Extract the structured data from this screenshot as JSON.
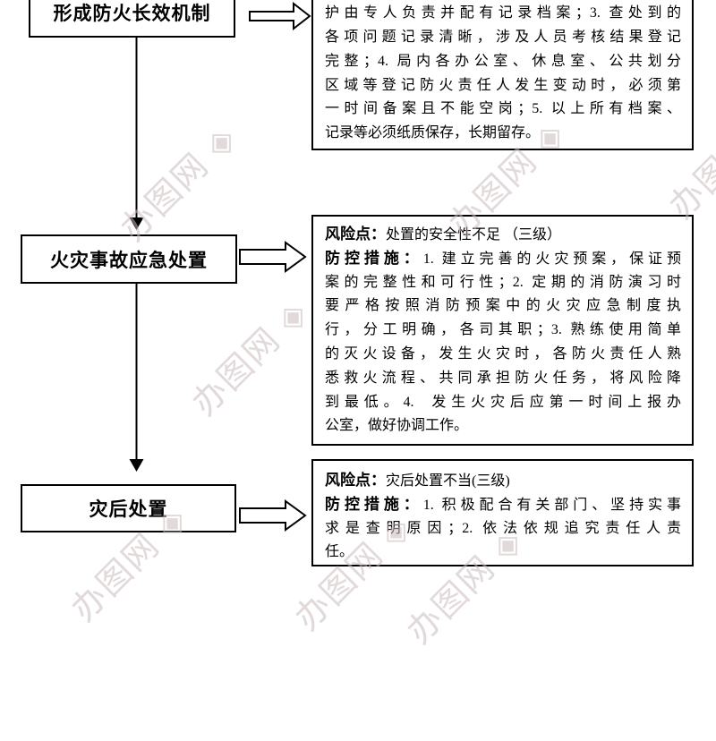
{
  "watermark": {
    "text": "办图网 ◈",
    "color": "#cbbcbc"
  },
  "steps": [
    {
      "label": "形成防火长效机制"
    },
    {
      "label": "火灾事故应急处置"
    },
    {
      "label": "灾后处置"
    }
  ],
  "details": [
    {
      "lines": [
        {
          "prefix": "",
          "text": "护由专人负责并配有记录档案；3. 查处到的",
          "justify": true
        },
        {
          "prefix": "",
          "text": "各项问题记录清晰，涉及人员考核结果登记",
          "justify": true
        },
        {
          "prefix": "",
          "text": "完整；4. 局内各办公室、休息室、公共划分",
          "justify": true
        },
        {
          "prefix": "",
          "text": "区域等登记防火责任人发生变动时，必须第",
          "justify": true
        },
        {
          "prefix": "",
          "text": "一时间备案且不能空岗；5. 以上所有档案、",
          "justify": true
        },
        {
          "prefix": "",
          "text": "记录等必须纸质保存，长期留存。",
          "justify": false
        }
      ]
    },
    {
      "lines": [
        {
          "prefix": "风险点：",
          "text": "处置的安全性不足 （三级）",
          "justify": false
        },
        {
          "prefix": "防控措施：",
          "text": "1. 建立完善的火灾预案，保证预",
          "justify": true
        },
        {
          "prefix": "",
          "text": "案的完整性和可行性；2. 定期的消防演习时",
          "justify": true
        },
        {
          "prefix": "",
          "text": "要严格按照消防预案中的火灾应急制度执",
          "justify": true
        },
        {
          "prefix": "",
          "text": "行，分工明确，各司其职；3. 熟练使用简单",
          "justify": true
        },
        {
          "prefix": "",
          "text": "的灭火设备，发生火灾时，各防火责任人熟",
          "justify": true
        },
        {
          "prefix": "",
          "text": "悉救火流程、共同承担防火任务，将风险降",
          "justify": true
        },
        {
          "prefix": "",
          "text": "到最低。4.  发生火灾后应第一时间上报办",
          "justify": true
        },
        {
          "prefix": "",
          "text": "公室，做好协调工作。",
          "justify": false
        }
      ]
    },
    {
      "lines": [
        {
          "prefix": "风险点：",
          "text": "灾后处置不当(三级)",
          "justify": false
        },
        {
          "prefix": "防控措施：",
          "text": "1. 积极配合有关部门、坚持实事",
          "justify": true
        },
        {
          "prefix": "",
          "text": "求是查明原因；2. 依法依规追究责任人责",
          "justify": true
        },
        {
          "prefix": "",
          "text": "任。",
          "justify": false
        }
      ]
    }
  ]
}
